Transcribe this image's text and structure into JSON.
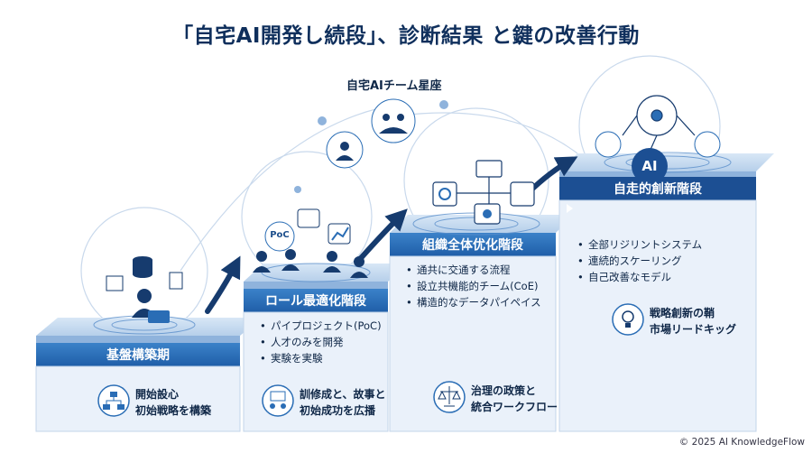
{
  "title": "「自宅AI開発し続段」、診断結果 と鍵の改善行動",
  "constellation_label": "自宅AIチーム星座",
  "stages": [
    {
      "label": "基盤構築期",
      "bullets": [],
      "bottom": [
        "開始設心",
        "初始戦略を構築"
      ],
      "bottom_icon": "org-chart-icon"
    },
    {
      "label": "ロール最適化階段",
      "bullets": [
        "パイプロジェクト(PoC)",
        "人才のみを開発",
        "実験を実験"
      ],
      "bottom": [
        "訓修成と、故事と",
        "初始成功を広播"
      ],
      "bottom_icon": "training-icon"
    },
    {
      "label": "組織全体优化階段",
      "bullets": [
        "通共に交通する流程",
        "設立共機能的チーム(CoE)",
        "構造的なデータパイペイス"
      ],
      "bottom": [
        "治理の政策と",
        "統合ワークフロー"
      ],
      "bottom_icon": "scales-icon"
    },
    {
      "label": "自走的創新階段",
      "bullets": [
        "全部リジリントシステム",
        "連続的スケーリング",
        "自己改善なモデル"
      ],
      "bottom": [
        "戦略創新の鞘",
        "市場リードキッグ"
      ],
      "bottom_icon": "lightbulb-icon"
    }
  ],
  "poc_badge": "PoC",
  "ai_badge": "AI",
  "copyright": "© 2025 AI KnowledgeFlow",
  "colors": {
    "dark_navy": "#0f2f5c",
    "band_blue": "#2a6db5",
    "band_deep": "#1c4f93",
    "step_top": "#cfe0f3",
    "step_face": "#e6eff9",
    "arrow": "#163b6e"
  }
}
